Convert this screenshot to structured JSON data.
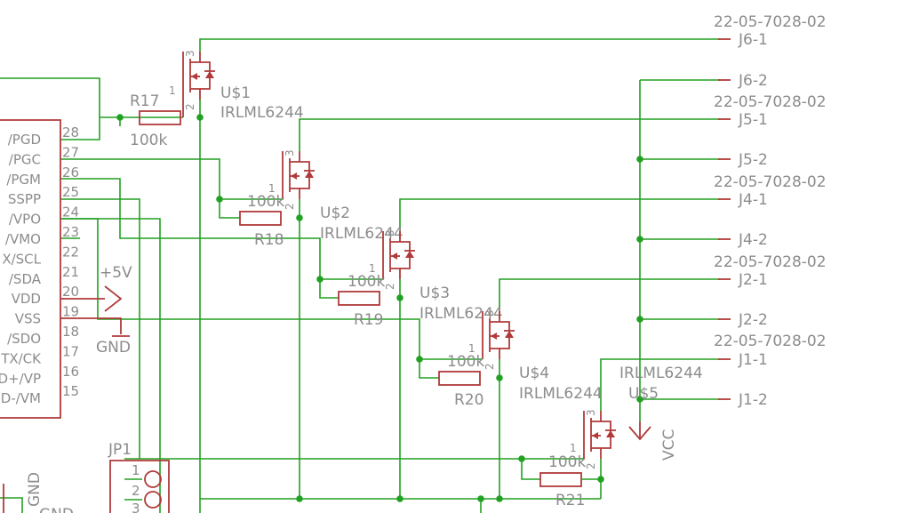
{
  "ic_pins": [
    {
      "num": "28",
      "name": "/PGD"
    },
    {
      "num": "27",
      "name": "/PGC"
    },
    {
      "num": "26",
      "name": "/PGM"
    },
    {
      "num": "25",
      "name": "SSPP"
    },
    {
      "num": "24",
      "name": "/VPO"
    },
    {
      "num": "23",
      "name": "/VMO"
    },
    {
      "num": "22",
      "name": "X/SCL"
    },
    {
      "num": "21",
      "name": "/SDA"
    },
    {
      "num": "20",
      "name": "VDD"
    },
    {
      "num": "19",
      "name": "VSS"
    },
    {
      "num": "18",
      "name": "/SDO"
    },
    {
      "num": "17",
      "name": "TX/CK"
    },
    {
      "num": "16",
      "name": "D+/VP"
    },
    {
      "num": "15",
      "name": "D-/VM"
    }
  ],
  "power": {
    "plus5v": "+5V",
    "gnd": "GND",
    "vcc": "VCC",
    "gnd_bottom_rot": "GND",
    "gnd_bottom": "GND"
  },
  "mosfets": [
    {
      "name": "U$1",
      "value": "IRLML6244",
      "pin_g": "1",
      "pin_s": "2",
      "pin_d": "3"
    },
    {
      "name": "U$2",
      "value": "IRLML6244",
      "pin_g": "1",
      "pin_s": "2",
      "pin_d": "3"
    },
    {
      "name": "U$3",
      "value": "IRLML6244",
      "pin_g": "1",
      "pin_s": "2",
      "pin_d": "3"
    },
    {
      "name": "U$4",
      "value": "IRLML6244",
      "pin_g": "1",
      "pin_s": "2",
      "pin_d": "3"
    },
    {
      "name": "U$5",
      "value": "IRLML6244",
      "pin_g": "1",
      "pin_s": "2",
      "pin_d": "3"
    }
  ],
  "resistors": [
    {
      "name": "R17",
      "value": "100k"
    },
    {
      "name": "R18",
      "value": "100k"
    },
    {
      "name": "R19",
      "value": "100k"
    },
    {
      "name": "R20",
      "value": "100k"
    },
    {
      "name": "R21",
      "value": "100k"
    }
  ],
  "connector_parts": [
    "22-05-7028-02",
    "22-05-7028-02",
    "22-05-7028-02",
    "22-05-7028-02"
  ],
  "connector_pins": [
    "J6-1",
    "J6-2",
    "J5-1",
    "J5-2",
    "J4-1",
    "J4-2",
    "J2-1",
    "J2-2",
    "J1-1",
    "J1-2"
  ],
  "jp1": {
    "name": "JP1",
    "pins": [
      "1",
      "2",
      "3"
    ]
  },
  "colors": {
    "wire": "#21a121",
    "symbol": "#b03a3a",
    "text": "#8c8c8c"
  }
}
